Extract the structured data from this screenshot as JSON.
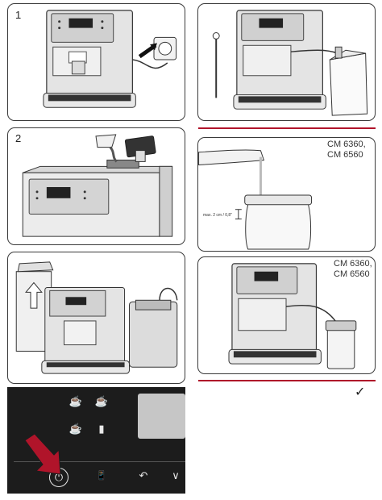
{
  "steps": {
    "step1_number": "1",
    "step2_number": "2"
  },
  "labels": {
    "model_right_top": [
      "CM 6360,",
      "CM 6560"
    ],
    "model_right_bottom": [
      "CM 6360,",
      "CM 6560"
    ],
    "fill_level_note": "max. 2 cm / 0,8\"",
    "check_mark": "✓"
  },
  "colors": {
    "accent_red": "#b0142a",
    "panel_border": "#3a3a3a",
    "control_panel_bg": "#1c1c1c"
  },
  "control_panel": {
    "icons": [
      {
        "name": "espresso-cup-icon",
        "glyph": "☕"
      },
      {
        "name": "coffee-cup-icon",
        "glyph": "☕"
      },
      {
        "name": "milk-coffee-icon",
        "glyph": "☕"
      },
      {
        "name": "milk-glass-icon",
        "glyph": "▮"
      },
      {
        "name": "power-icon",
        "glyph": "⏻"
      },
      {
        "name": "app-connect-icon",
        "glyph": "📱"
      },
      {
        "name": "back-icon",
        "glyph": "↶"
      },
      {
        "name": "chevron-down-icon",
        "glyph": "∨"
      }
    ]
  }
}
